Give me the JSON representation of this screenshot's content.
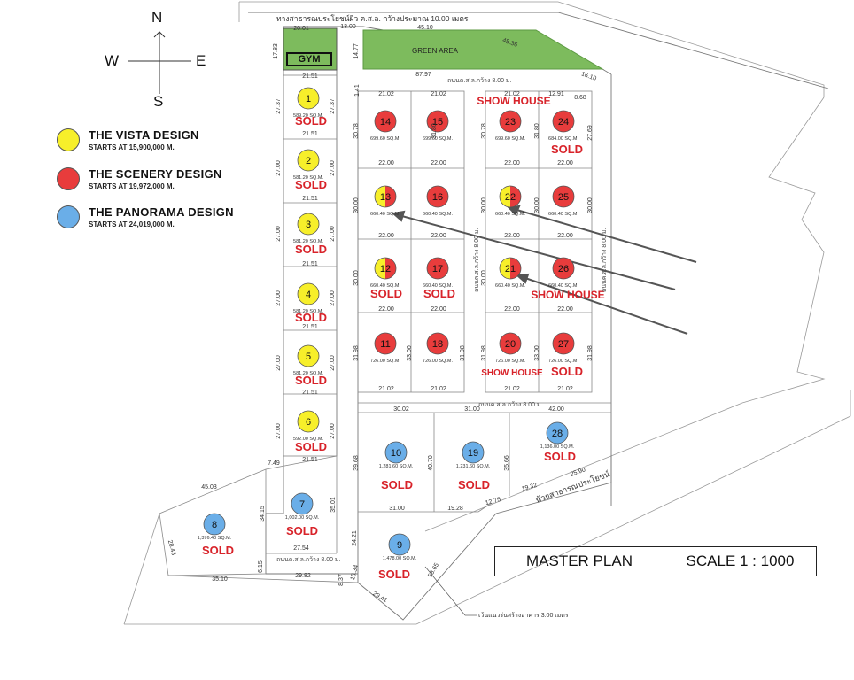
{
  "compass": {
    "n": "N",
    "s": "S",
    "e": "E",
    "w": "W"
  },
  "legend": [
    {
      "title": "THE VISTA DESIGN",
      "sub": "STARTS AT 15,900,000 M.",
      "color": "#f7ef2a"
    },
    {
      "title": "THE SCENERY DESIGN",
      "sub": "STARTS AT 19,972,000 M.",
      "color": "#e83c3c"
    },
    {
      "title": "THE PANORAMA DESIGN",
      "sub": "STARTS AT 24,019,000 M.",
      "color": "#6aaee8"
    }
  ],
  "colors": {
    "vista": "#f7ef2a",
    "scenery": "#e83c3c",
    "panorama": "#6aaee8",
    "sold": "#d8232a",
    "green": "#7dbb5d"
  },
  "title_block": {
    "title": "MASTER PLAN",
    "scale": "SCALE  1 : 1000"
  },
  "labels": {
    "gym": "GYM",
    "green_area": "GREEN AREA",
    "public_road_top": "ทางสาธารณประโยชน์ผิว ค.ส.ล. กว้างประมาณ 10.00 เมตร",
    "public_road_right": "ห้วยสาธารณประโยชน์",
    "internal_road": "ถนนค.ส.ล.กว้าง 8.00 ม.",
    "setback": "เว้นแนวร่นสร้างอาคาร 3.00 เมตร"
  },
  "plots": [
    {
      "n": "1",
      "type": "vista",
      "area": "589.20 SQ.M.",
      "status": "SOLD"
    },
    {
      "n": "2",
      "type": "vista",
      "area": "581.20 SQ.M.",
      "status": "SOLD"
    },
    {
      "n": "3",
      "type": "vista",
      "area": "581.20 SQ.M.",
      "status": "SOLD"
    },
    {
      "n": "4",
      "type": "vista",
      "area": "581.20 SQ.M.",
      "status": "SOLD"
    },
    {
      "n": "5",
      "type": "vista",
      "area": "581.20 SQ.M.",
      "status": "SOLD"
    },
    {
      "n": "6",
      "type": "vista",
      "area": "592.00 SQ.M.",
      "status": "SOLD"
    },
    {
      "n": "7",
      "type": "panorama",
      "area": "1,002.00 SQ.M.",
      "status": "SOLD"
    },
    {
      "n": "8",
      "type": "panorama",
      "area": "1,376.40 SQ.M.",
      "status": "SOLD"
    },
    {
      "n": "9",
      "type": "panorama",
      "area": "1,478.00 SQ.M.",
      "status": "SOLD"
    },
    {
      "n": "10",
      "type": "panorama",
      "area": "1,281.60 SQ.M.",
      "status": "SOLD"
    },
    {
      "n": "11",
      "type": "scenery",
      "area": "726.00 SQ.M.",
      "status": ""
    },
    {
      "n": "12",
      "type": "split",
      "area": "660.40 SQ.M.",
      "status": "SOLD"
    },
    {
      "n": "13",
      "type": "split",
      "area": "660.40 SQ.M.",
      "status": ""
    },
    {
      "n": "14",
      "type": "scenery",
      "area": "699.60 SQ.M.",
      "status": ""
    },
    {
      "n": "15",
      "type": "scenery",
      "area": "699.60 SQ.M.",
      "status": ""
    },
    {
      "n": "16",
      "type": "scenery",
      "area": "660.40 SQ.M.",
      "status": ""
    },
    {
      "n": "17",
      "type": "scenery",
      "area": "660.40 SQ.M.",
      "status": "SOLD"
    },
    {
      "n": "18",
      "type": "scenery",
      "area": "726.00 SQ.M.",
      "status": ""
    },
    {
      "n": "19",
      "type": "panorama",
      "area": "1,231.60 SQ.M.",
      "status": "SOLD"
    },
    {
      "n": "20",
      "type": "scenery",
      "area": "726.00 SQ.M.",
      "status": "SHOW HOUSE"
    },
    {
      "n": "21",
      "type": "split",
      "area": "660.40 SQ.M.",
      "status": ""
    },
    {
      "n": "22",
      "type": "split",
      "area": "660.40 SQ.M.",
      "status": ""
    },
    {
      "n": "23",
      "type": "scenery",
      "area": "699.60 SQ.M.",
      "status": "SHOW HOUSE"
    },
    {
      "n": "24",
      "type": "scenery",
      "area": "684.00 SQ.M.",
      "status": "SOLD"
    },
    {
      "n": "25",
      "type": "scenery",
      "area": "660.40 SQ.M.",
      "status": ""
    },
    {
      "n": "26",
      "type": "scenery",
      "area": "660.40 SQ.M.",
      "status": "SHOW HOUSE"
    },
    {
      "n": "27",
      "type": "scenery",
      "area": "726.00 SQ.M.",
      "status": "SOLD"
    },
    {
      "n": "28",
      "type": "panorama",
      "area": "1,136.00 SQ.M.",
      "status": "SOLD"
    }
  ],
  "dimensions": {
    "top_gym_w": "20.01",
    "gym_strip_w": "13.00",
    "gym_strip_h": "17.83",
    "green_left": "14.77",
    "green_top": "45.10",
    "green_right": "45.36",
    "green_bottom": "87.97",
    "green_corner": "16.10",
    "vista_w": "21.51",
    "vista_h_1": "27.37",
    "vista_h": "27.00",
    "left_jog": "7.49",
    "p8_top": "45.03",
    "p8_left": "28.43",
    "p8_bottom": "35.10",
    "p7_left": "34.15",
    "p7_right": "35.01",
    "p7_bottom": "27.54",
    "p7_bottom2": "29.82",
    "small_6_15": "6.15",
    "small_8_37": "8.37",
    "small_8_68": "8.68",
    "small_1_41": "1.41",
    "p9_left": "24.21",
    "p9_left2": "15.34",
    "p9_bottom": "29.41",
    "p9_right": "58.65",
    "block_w": "21.02",
    "block_w2": "22.00",
    "p24_w": "12.91",
    "top_row_h": "30.78",
    "top_row_h2": "31.80",
    "top_row_h3": "27.69",
    "mid_h": "30.00",
    "bottom_h": "31.98",
    "bottom_h2": "33.00",
    "p10_top": "30.02",
    "p19_top": "31.00",
    "p28_top": "42.00",
    "p10_left": "39.68",
    "p10_right": "40.70",
    "p10_bottom": "31.00",
    "p19_bottom": "19.28",
    "p19_right": "35.66",
    "p19_slant": "12.75",
    "p28_bottom": "19.32",
    "p28_right": "25.90"
  }
}
